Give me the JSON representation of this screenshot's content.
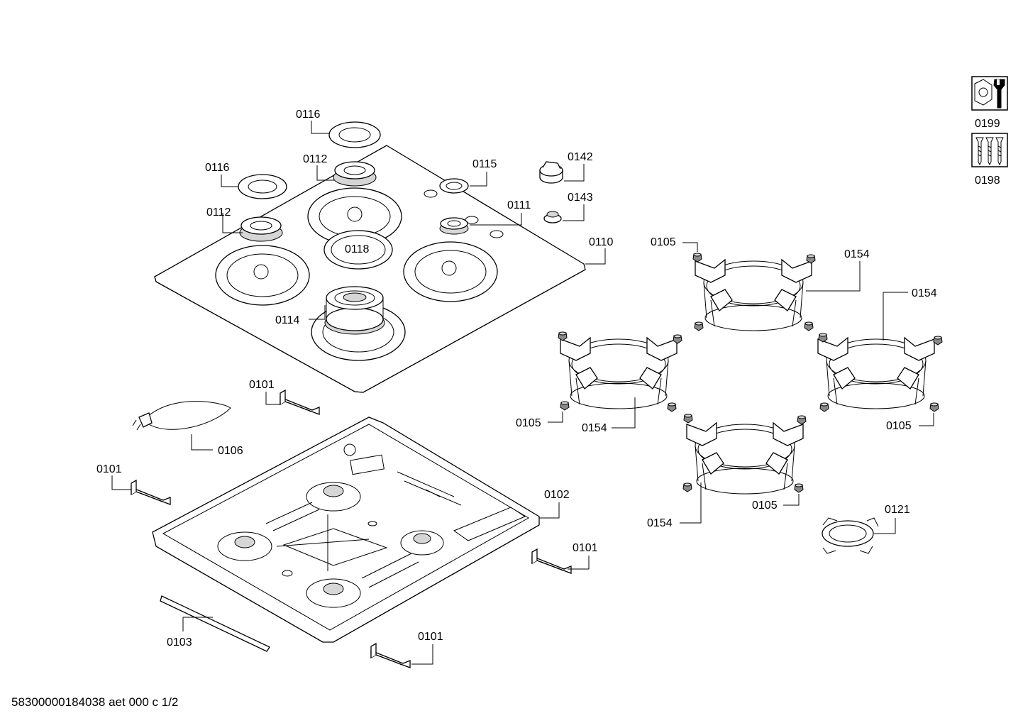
{
  "labels": {
    "p0116a": "0116",
    "p0116b": "0116",
    "p0112a": "0112",
    "p0112b": "0112",
    "p0115": "0115",
    "p0142": "0142",
    "p0143": "0143",
    "p0111": "0111",
    "p0110": "0110",
    "p0118": "0118",
    "p0114": "0114",
    "p0105a": "0105",
    "p0105b": "0105",
    "p0105c": "0105",
    "p0105d": "0105",
    "p0154a": "0154",
    "p0154b": "0154",
    "p0154c": "0154",
    "p0154d": "0154",
    "p0101a": "0101",
    "p0101b": "0101",
    "p0101c": "0101",
    "p0101d": "0101",
    "p0106": "0106",
    "p0102": "0102",
    "p0103": "0103",
    "p0121": "0121",
    "p0199": "0199",
    "p0198": "0198"
  },
  "footer": "58300000184038 aet 000 c 1/2",
  "icons": [
    "wrench-icon",
    "screws-icon"
  ]
}
